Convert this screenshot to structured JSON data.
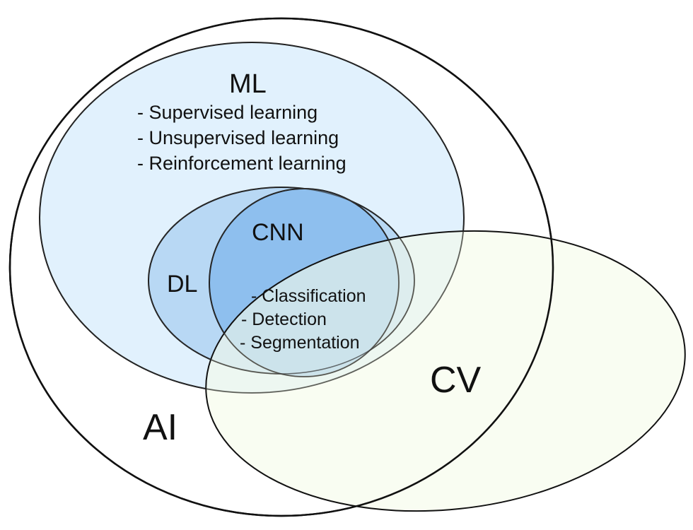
{
  "diagram": {
    "type": "venn",
    "sets": {
      "ai": {
        "label": "AI",
        "fill": "#ffffff"
      },
      "ml": {
        "label": "ML",
        "fill": "#e1f1fd",
        "items": [
          "- Supervised learning",
          "- Unsupervised learning",
          "- Reinforcement learning"
        ]
      },
      "dl": {
        "label": "DL",
        "fill": "#b8d8f4"
      },
      "cnn": {
        "label": "CNN",
        "fill": "#8ebfee",
        "items": [
          "- Classification",
          "- Detection",
          "- Segmentation"
        ]
      },
      "cv": {
        "label": "CV",
        "fill": "#f5fbe9"
      }
    },
    "stroke_color": "#111111"
  }
}
